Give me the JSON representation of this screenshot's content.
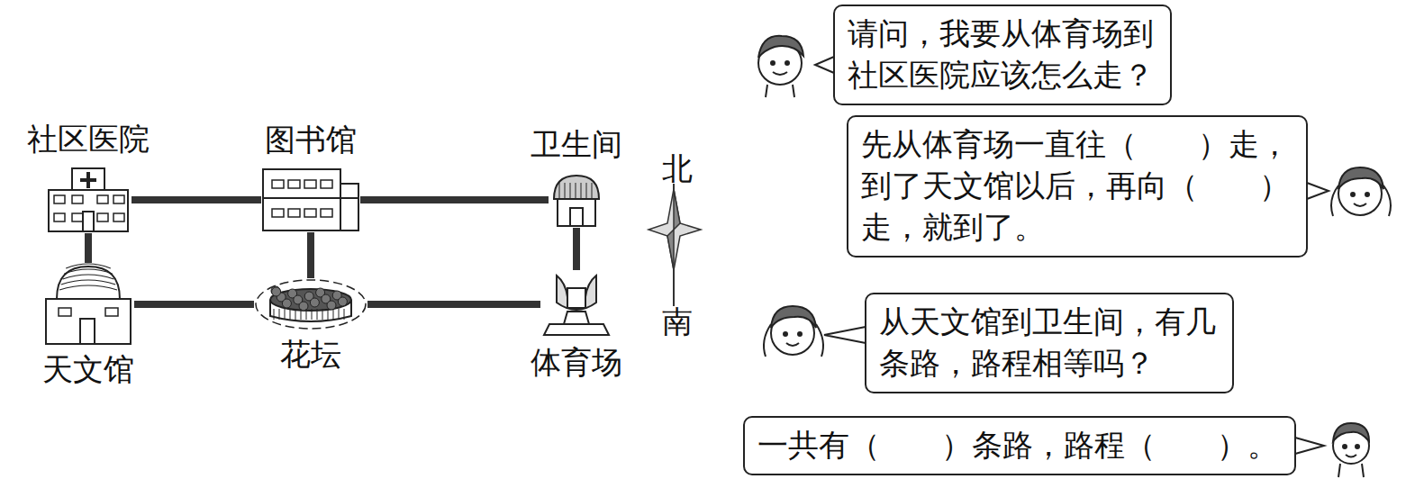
{
  "diagram": {
    "nodes": [
      {
        "text": [
          "社区医院"
        ]
      },
      {
        "text": [
          "图书馆"
        ]
      },
      {
        "text": [
          "卫生间"
        ]
      },
      {
        "text": [
          "天文馆"
        ]
      },
      {
        "text": [
          "花坛"
        ]
      },
      {
        "text": [
          "体育场"
        ]
      },
      {
        "text": [
          "请问，我要从体育场到 社区医院应该怎么走？"
        ]
      },
      {
        "text": [
          "先从体育场一直往（　　）走， 到了天文馆以后，再向（　　） 走，就到了。"
        ]
      },
      {
        "text": [
          "从天文馆到卫生间，有几 条路，路程相等吗？"
        ]
      },
      {
        "text": [
          "一共有（　　）条路，路程（　　）。"
        ]
      }
    ],
    "edges": [
      {
        "from": 0,
        "to": 1,
        "arrow": "none"
      },
      {
        "from": 1,
        "to": 2,
        "arrow": "none"
      },
      {
        "from": 3,
        "to": 4,
        "arrow": "none"
      },
      {
        "from": 4,
        "to": 5,
        "arrow": "none"
      },
      {
        "from": 0,
        "to": 3,
        "arrow": "none"
      },
      {
        "from": 1,
        "to": 4,
        "arrow": "none"
      },
      {
        "from": 2,
        "to": 5,
        "arrow": "none"
      }
    ],
    "labels": [
      "北",
      "南"
    ]
  }
}
